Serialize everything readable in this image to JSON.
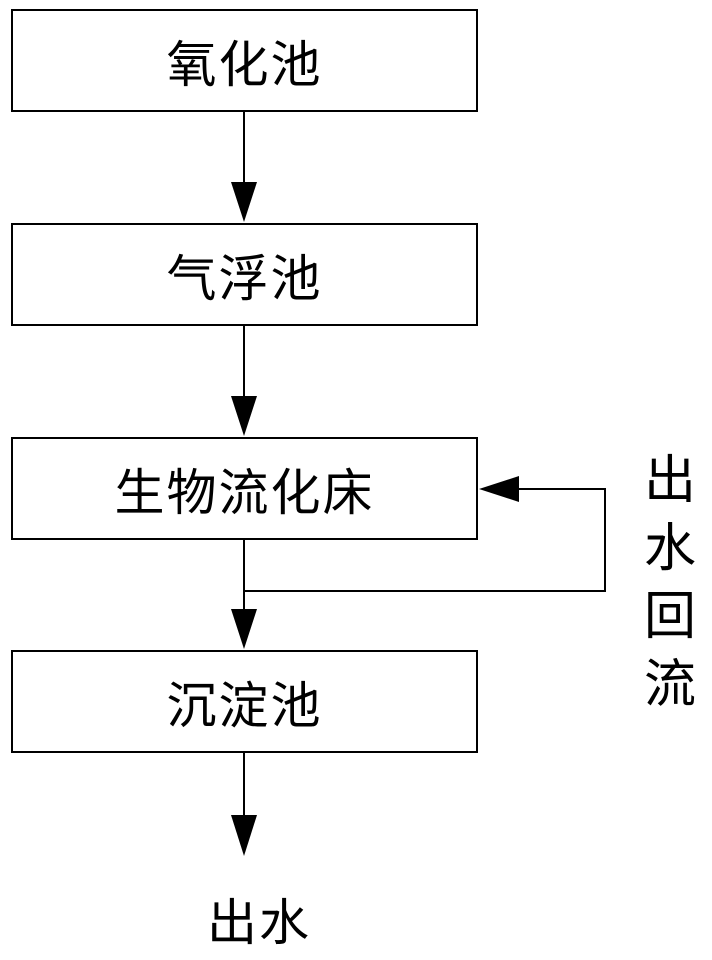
{
  "diagram": {
    "steps": [
      {
        "label": "氧化池"
      },
      {
        "label": "气浮池"
      },
      {
        "label": "生物流化床"
      },
      {
        "label": "沉淀池"
      }
    ],
    "recirculation": {
      "label_chars": [
        "出",
        "水",
        "回",
        "流"
      ]
    },
    "outlet": {
      "label": "出水"
    }
  }
}
